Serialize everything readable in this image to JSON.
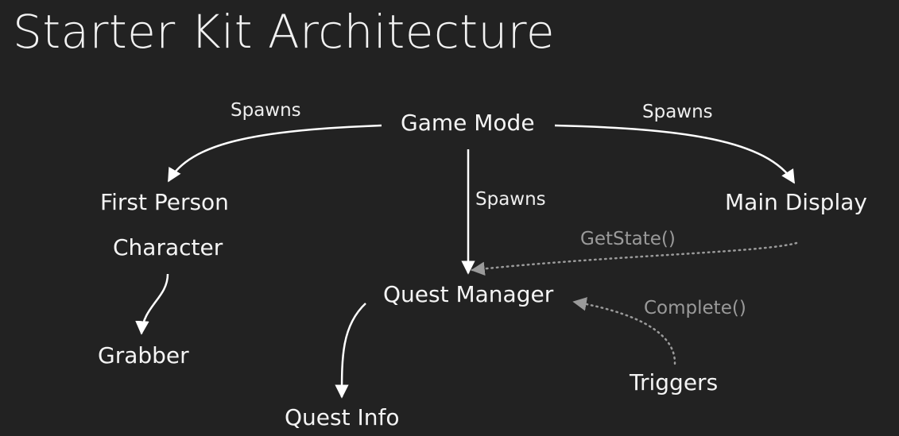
{
  "title": "Starter Kit Architecture",
  "nodes": {
    "game_mode": "Game Mode",
    "first_person": "First Person",
    "character": "Character",
    "main_display": "Main Display",
    "quest_manager": "Quest Manager",
    "grabber": "Grabber",
    "quest_info": "Quest Info",
    "triggers": "Triggers"
  },
  "edges": {
    "spawns_left": "Spawns",
    "spawns_middle": "Spawns",
    "spawns_right": "Spawns",
    "get_state": "GetState()",
    "complete": "Complete()"
  },
  "colors": {
    "background": "#222222",
    "text": "#f4f4f4",
    "dim_text": "#9a9a9a",
    "solid_arrow": "#ffffff",
    "dotted_arrow": "#9a9a9a"
  }
}
